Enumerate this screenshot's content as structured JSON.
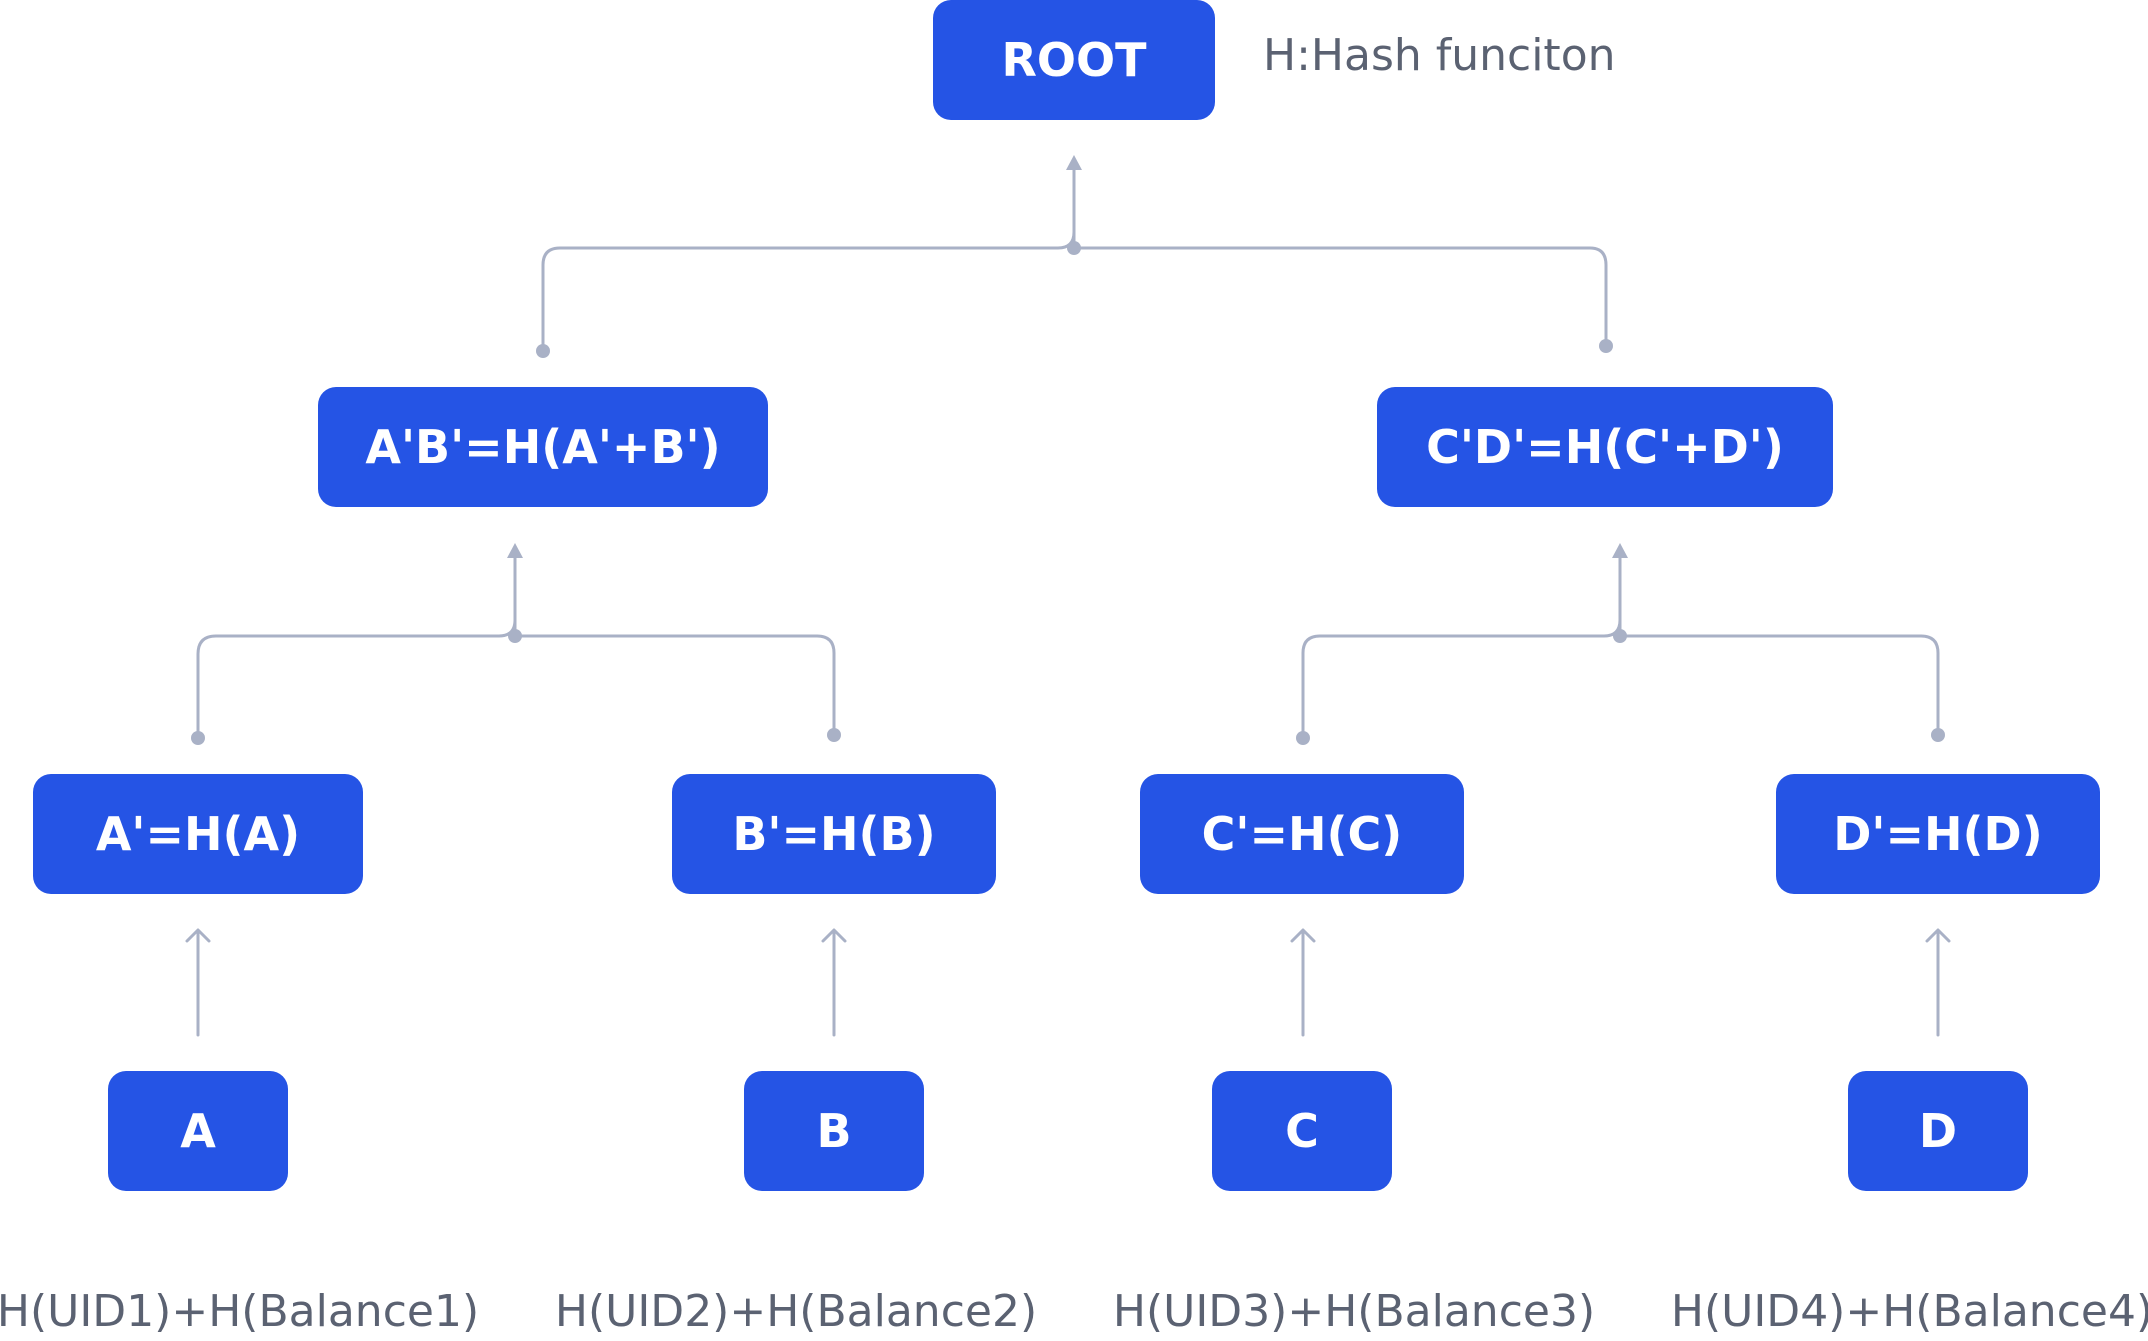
{
  "diagram": {
    "legend": "H:Hash funciton",
    "nodes": {
      "root": "ROOT",
      "ab_hash": "A'B'=H(A'+B')",
      "cd_hash": "C'D'=H(C'+D')",
      "a_hash": "A'=H(A)",
      "b_hash": "B'=H(B)",
      "c_hash": "C'=H(C)",
      "d_hash": "D'=H(D)",
      "a": "A",
      "b": "B",
      "c": "C",
      "d": "D"
    },
    "captions": {
      "a": "H(UID1)+H(Balance1)",
      "b": "H(UID2)+H(Balance2)",
      "c": "H(UID3)+H(Balance3)",
      "d": "H(UID4)+H(Balance4)"
    },
    "colors": {
      "node_fill": "#2554E5",
      "node_text": "#FFFFFF",
      "connector": "#A9B1C6",
      "caption_text": "#5B6272"
    }
  }
}
